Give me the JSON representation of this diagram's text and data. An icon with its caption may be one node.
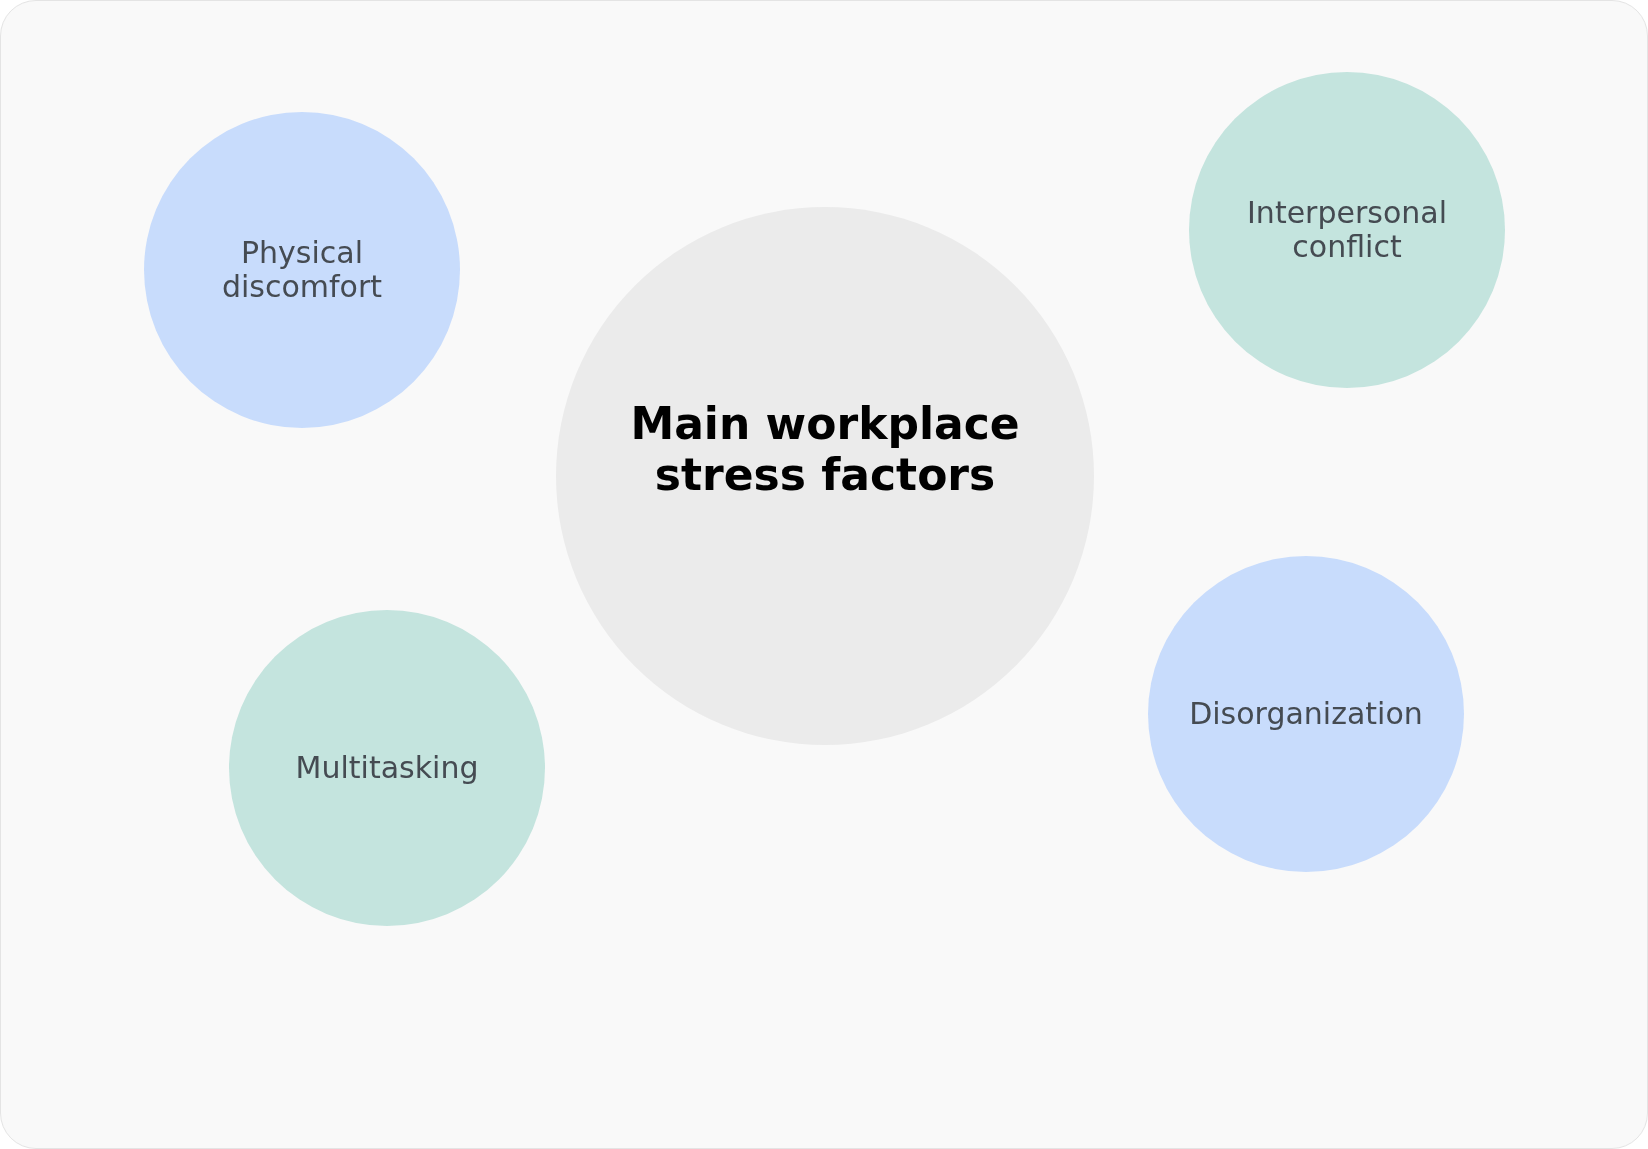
{
  "diagram": {
    "nodes": [
      {
        "text": [
          "Physical discomfort"
        ]
      },
      {
        "text": [
          "Interpersonal conflict"
        ]
      },
      {
        "text": [
          "Main workplace stress factors"
        ]
      },
      {
        "text": [
          "Multitasking"
        ]
      },
      {
        "text": [
          "Disorganization"
        ]
      }
    ]
  }
}
